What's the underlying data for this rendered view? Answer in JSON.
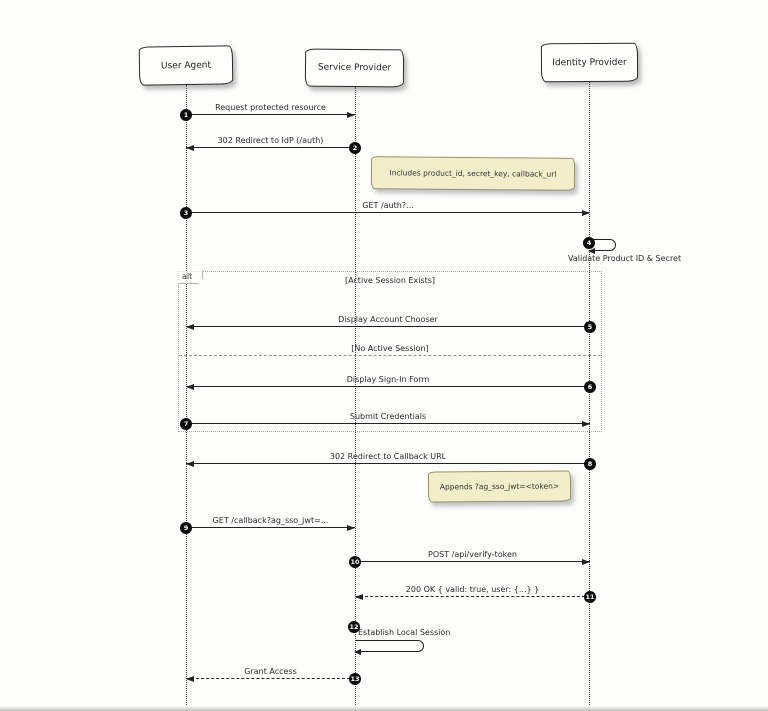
{
  "participants": [
    {
      "name": "User Agent"
    },
    {
      "name": "Service Provider"
    },
    {
      "name": "Identity Provider"
    }
  ],
  "messages": [
    {
      "num": "1",
      "label": "Request protected resource"
    },
    {
      "num": "2",
      "label": "302 Redirect to IdP (/auth)"
    },
    {
      "num": "3",
      "label": "GET /auth?..."
    },
    {
      "num": "4",
      "label": "Validate Product ID & Secret"
    },
    {
      "num": "5",
      "label": "Display Account Chooser"
    },
    {
      "num": "6",
      "label": "Display Sign-In Form"
    },
    {
      "num": "7",
      "label": "Submit Credentials"
    },
    {
      "num": "8",
      "label": "302 Redirect to Callback URL"
    },
    {
      "num": "9",
      "label": "GET /callback?ag_sso_jwt=..."
    },
    {
      "num": "10",
      "label": "POST /api/verify-token"
    },
    {
      "num": "11",
      "label": "200 OK { valid: true, user: {...} }"
    },
    {
      "num": "12",
      "label": "Establish Local Session"
    },
    {
      "num": "13",
      "label": "Grant Access"
    }
  ],
  "notes": [
    {
      "text": "Includes product_id, secret_key, callback_url"
    },
    {
      "text": "Appends ?ag_sso_jwt=<token>"
    }
  ],
  "alt_frame": {
    "label": "alt",
    "condition1": "[Active Session Exists]",
    "condition2": "[No Active Session]"
  },
  "colors": {
    "note_bg": "#f1eec9",
    "badge_bg": "#0b0b0b",
    "line": "#222222"
  }
}
